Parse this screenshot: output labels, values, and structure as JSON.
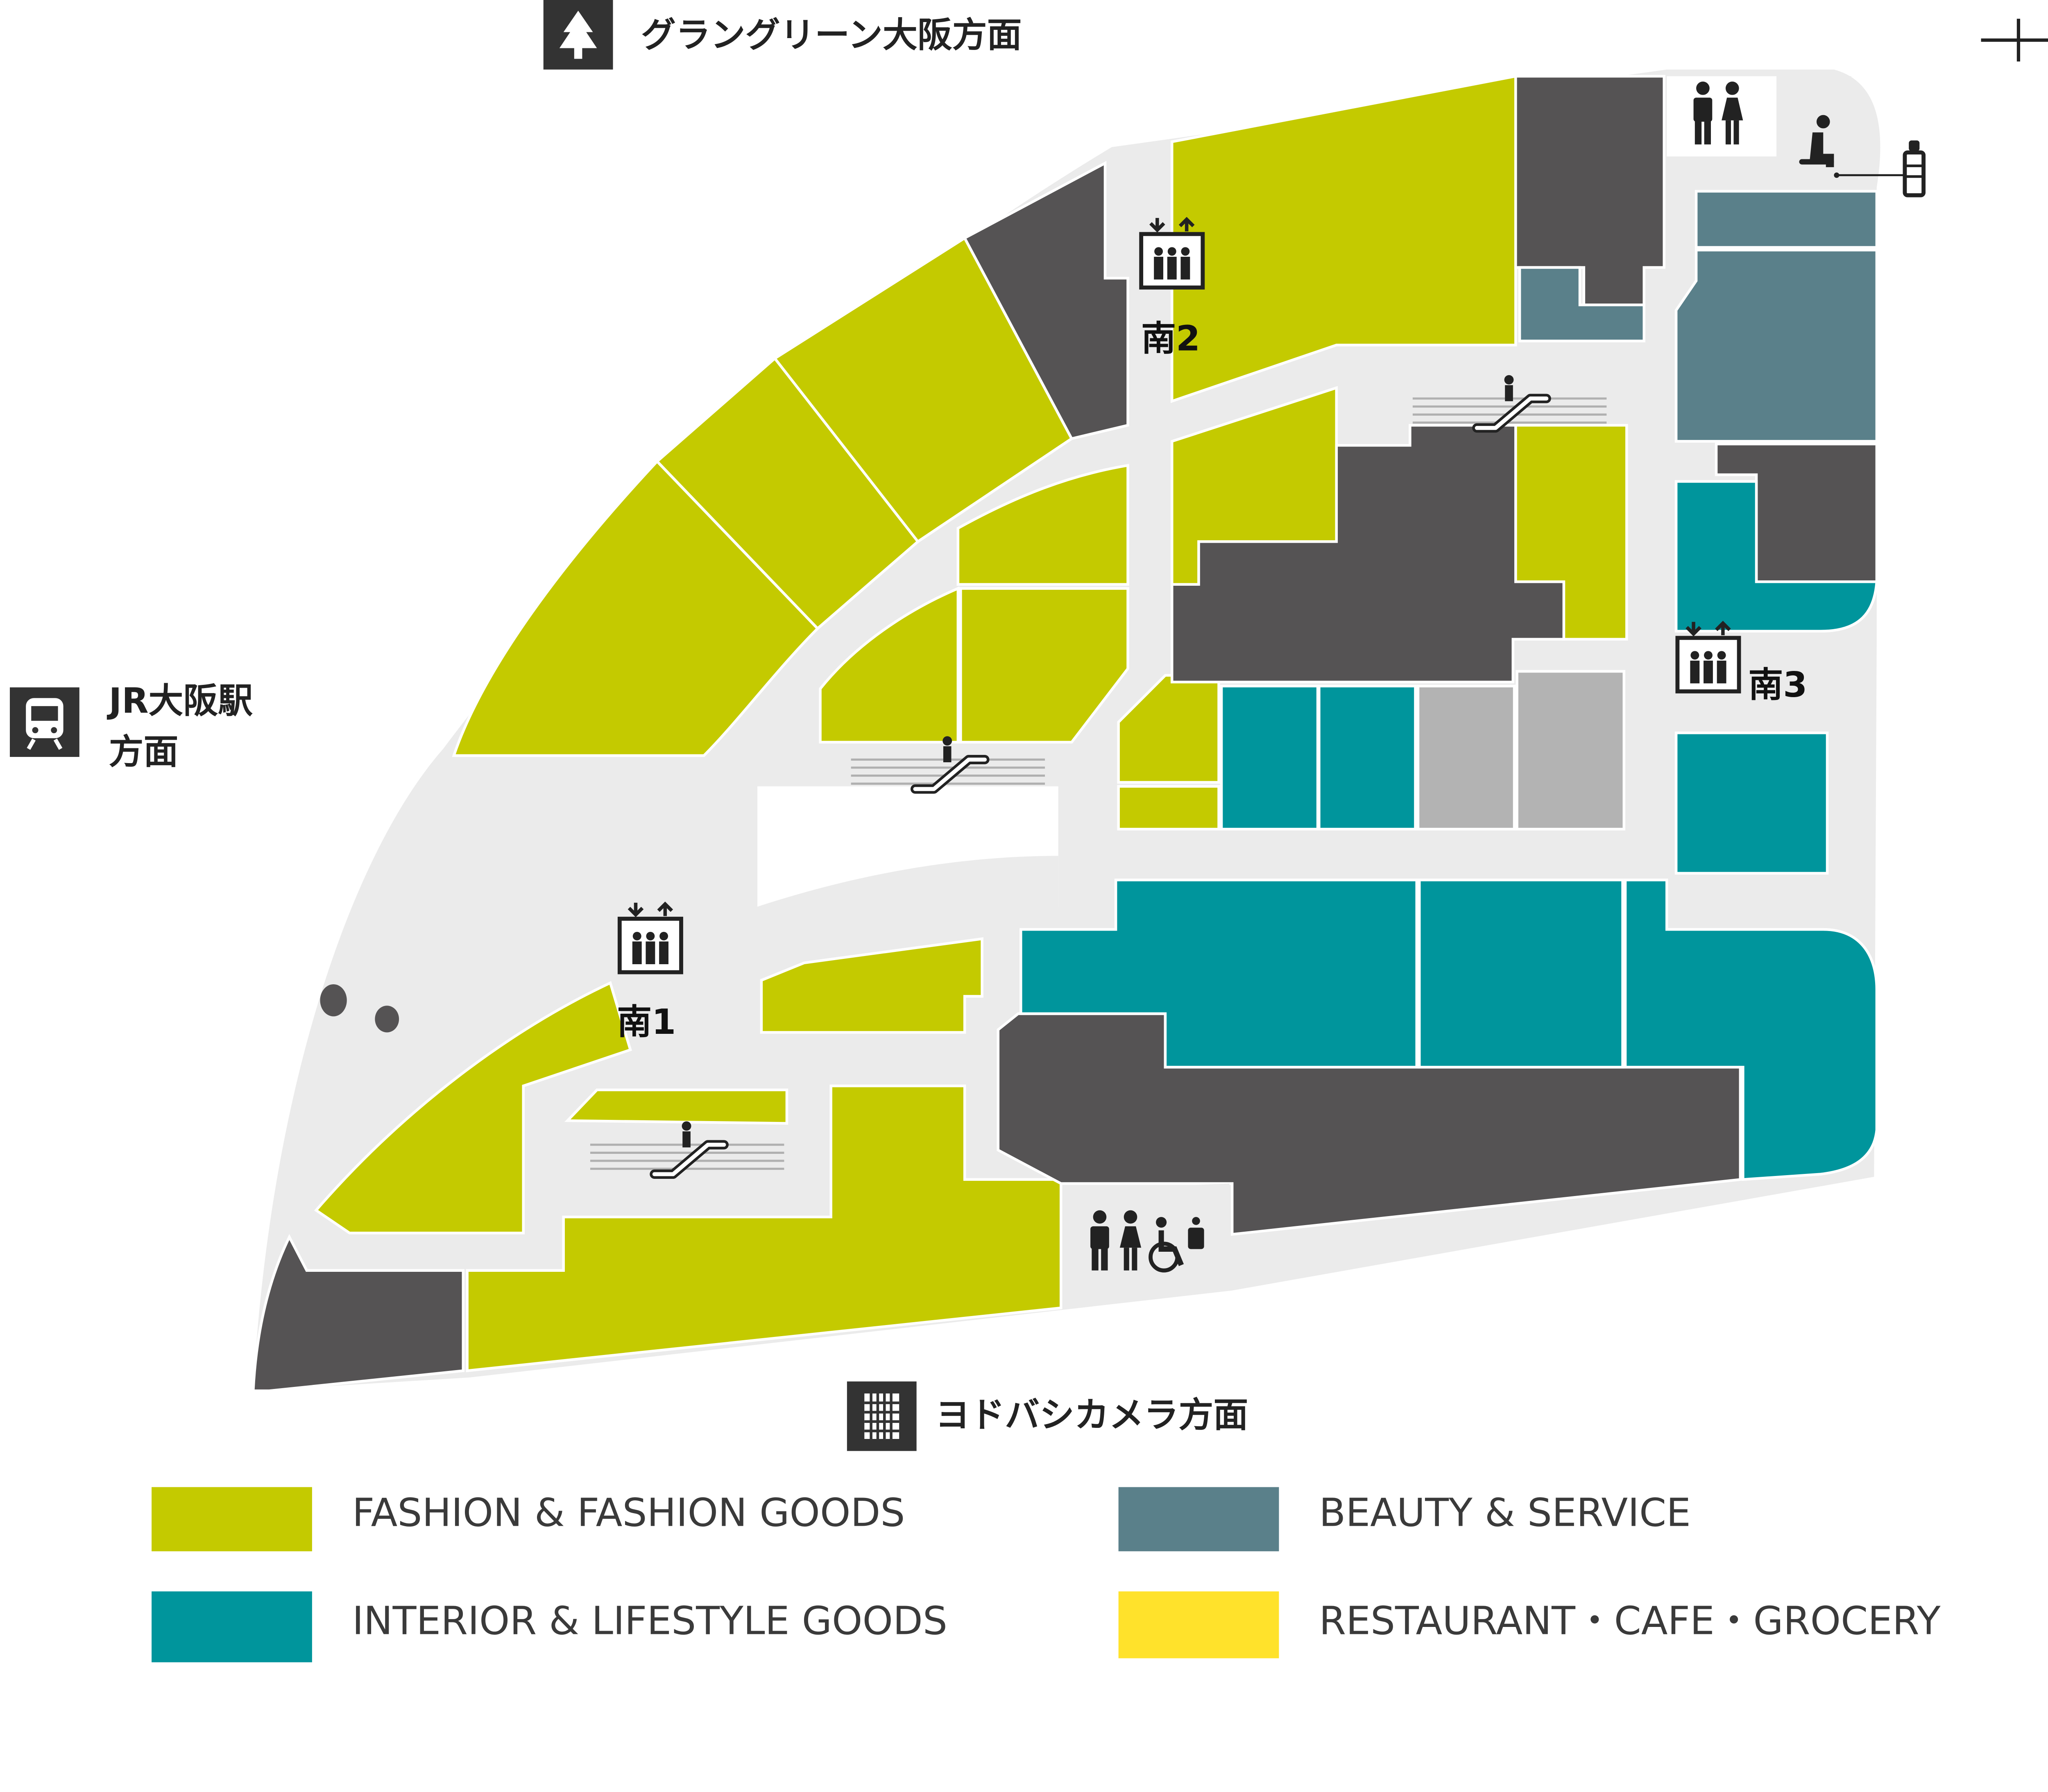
{
  "colors": {
    "fashion": "#c4ca00",
    "interior": "#00959c",
    "beauty": "#5a808a",
    "restaurant": "#ffe22b",
    "service_dark": "#555354",
    "gray": "#b3b3b3",
    "corridor": "#ebebeb",
    "icon_dark": "#333333"
  },
  "directions": {
    "north": "グラングリーン大阪方面",
    "west_line1": "JR大阪駅",
    "west_line2": "方面",
    "south": "ヨドバシカメラ方面"
  },
  "elevators": [
    {
      "label": "南1",
      "icon": "elevator-icon"
    },
    {
      "label": "南2",
      "icon": "elevator-icon"
    },
    {
      "label": "南3",
      "icon": "elevator-icon"
    }
  ],
  "facility_icons": [
    "escalator-icon",
    "restroom-icon",
    "accessible-restroom-icon",
    "nursing-room-icon",
    "baby-bottle-icon",
    "tree-icon",
    "train-icon",
    "building-icon",
    "compass-icon"
  ],
  "legend": [
    {
      "label": "FASHION & FASHION GOODS",
      "color": "#c4ca00"
    },
    {
      "label": "BEAUTY & SERVICE",
      "color": "#5a808a"
    },
    {
      "label": "INTERIOR & LIFESTYLE GOODS",
      "color": "#00959c"
    },
    {
      "label": "RESTAURANT・CAFE・GROCERY",
      "color": "#ffe22b"
    }
  ]
}
